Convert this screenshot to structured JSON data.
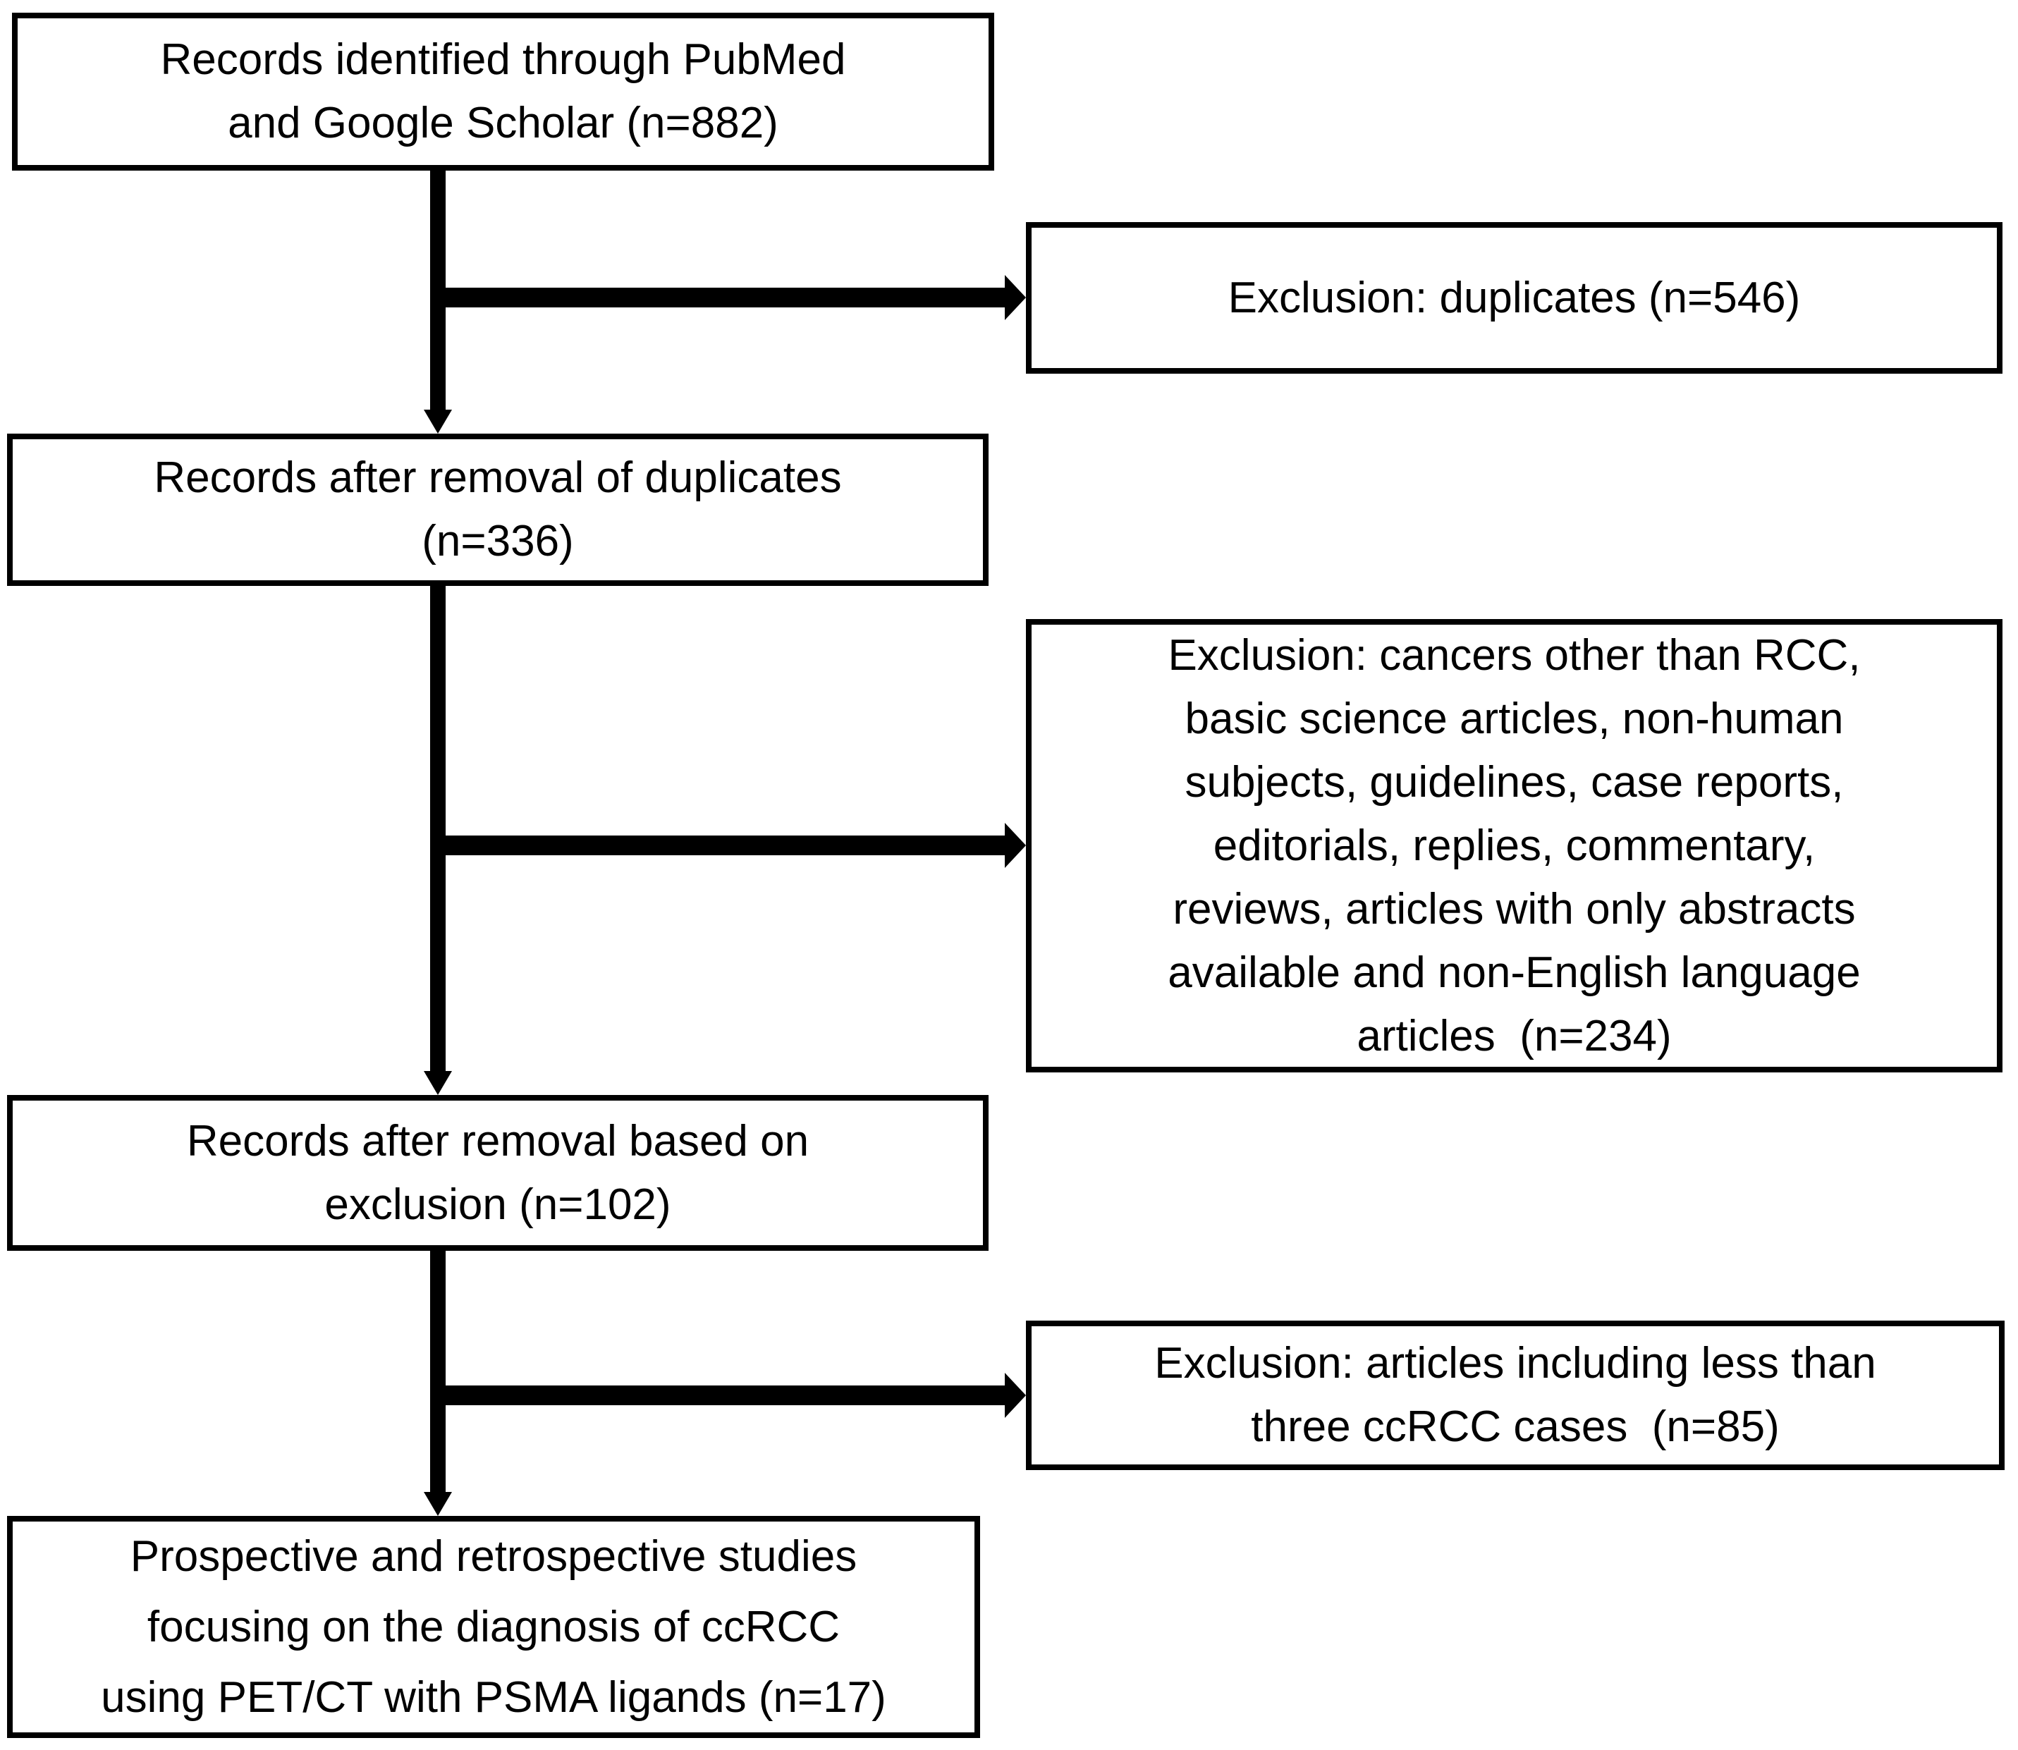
{
  "figure": {
    "type": "prisma-flow-diagram",
    "background": "#ffffff",
    "line_color": "#000000",
    "text_color": "#000000",
    "main_flow": [
      {
        "id": "records-identified",
        "lines": [
          "Records identified through PubMed",
          "and Google Scholar (n=882)"
        ]
      },
      {
        "id": "records-after-duplicate-removal",
        "lines": [
          "Records after removal of duplicates",
          "(n=336)"
        ]
      },
      {
        "id": "records-after-exclusion",
        "lines": [
          "Records after removal based on",
          "exclusion (n=102)"
        ]
      },
      {
        "id": "included-studies",
        "lines": [
          "Prospective and retrospective studies",
          "focusing on the diagnosis of ccRCC",
          "using PET/CT with PSMA ligands (n=17)"
        ]
      }
    ],
    "exclusions": [
      {
        "id": "exclusion-duplicates",
        "lines": [
          "Exclusion: duplicates (n=546)"
        ]
      },
      {
        "id": "exclusion-criteria",
        "lines": [
          "Exclusion: cancers other than RCC,",
          "basic science articles, non-human",
          "subjects, guidelines, case reports,",
          "editorials, replies, commentary,",
          "reviews, articles with only abstracts",
          "available and non-English language",
          "articles  (n=234)"
        ]
      },
      {
        "id": "exclusion-few-ccrcc-cases",
        "lines": [
          "Exclusion: articles including less than",
          "three ccRCC cases  (n=85)"
        ]
      }
    ]
  }
}
